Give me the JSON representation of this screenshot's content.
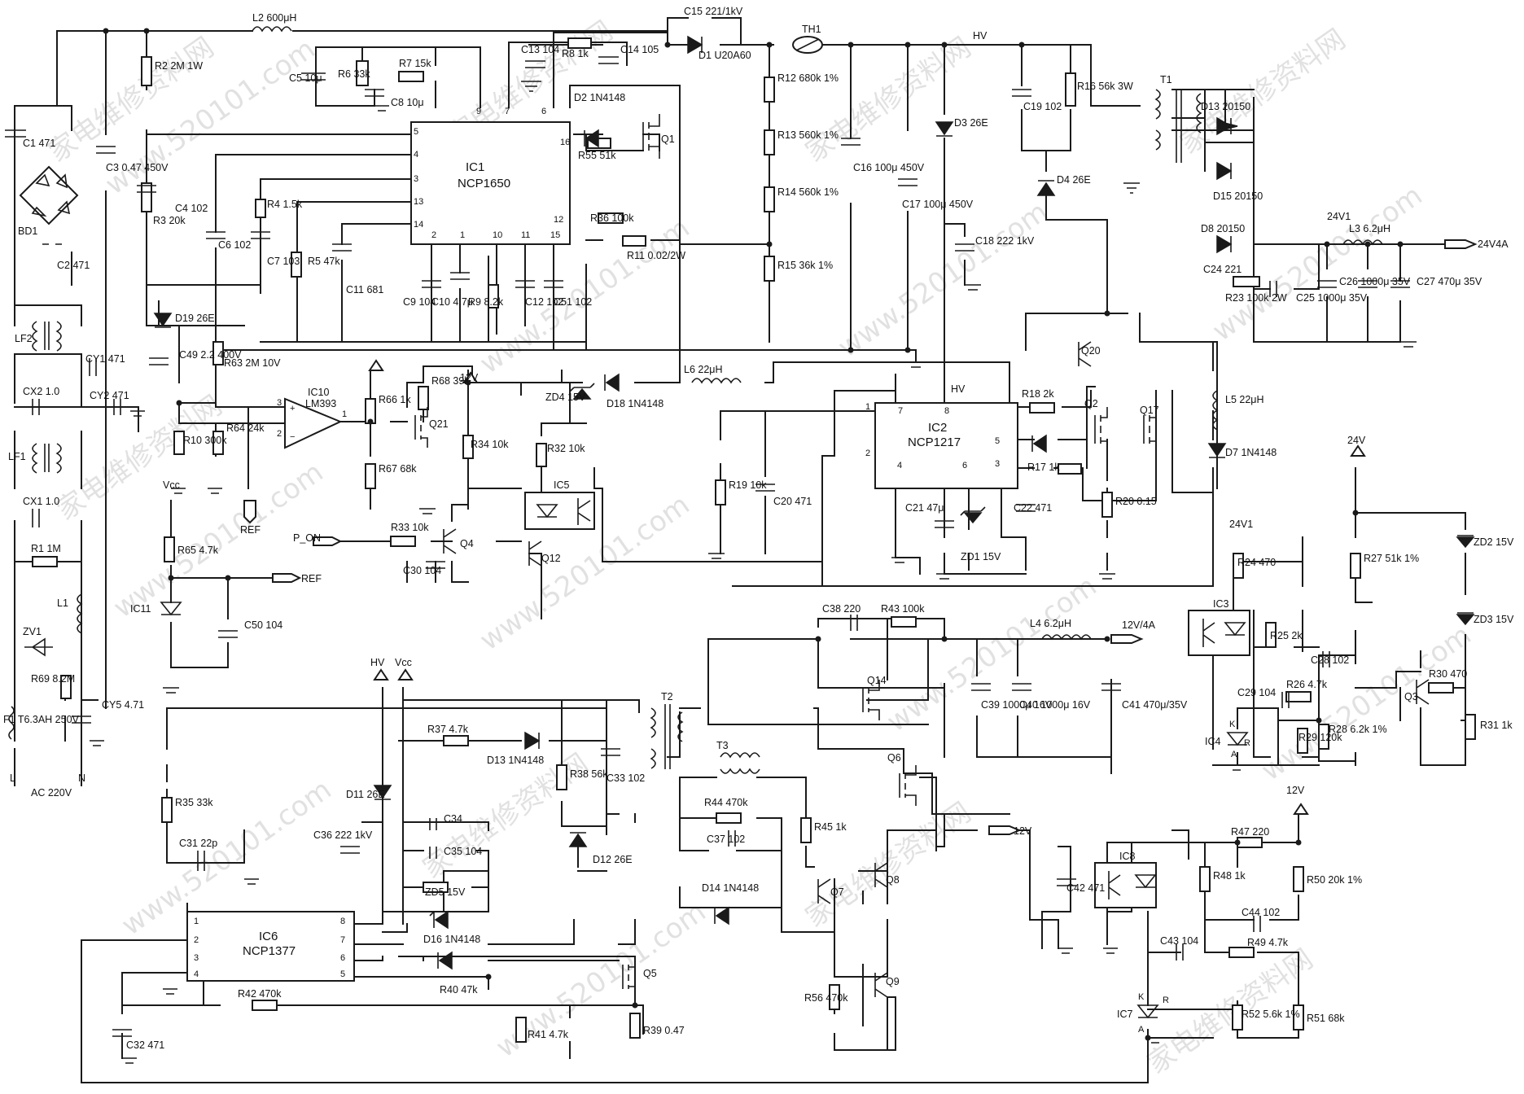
{
  "watermark": {
    "site": "www.520101.com",
    "brand": "家电维修资料网"
  },
  "ics": [
    {
      "ref": "IC1",
      "part": "NCP1650"
    },
    {
      "ref": "IC2",
      "part": "NCP1217"
    },
    {
      "ref": "IC6",
      "part": "NCP1377"
    },
    {
      "ref": "IC10",
      "part": "LM393"
    },
    {
      "ref": "IC3",
      "part": ""
    },
    {
      "ref": "IC5",
      "part": ""
    },
    {
      "ref": "IC8",
      "part": ""
    },
    {
      "ref": "IC4",
      "part": ""
    },
    {
      "ref": "IC7",
      "part": ""
    },
    {
      "ref": "IC11",
      "part": ""
    }
  ],
  "outputs": [
    "24V4A",
    "12V/4A",
    "12V",
    "HV",
    "Vcc",
    "REF",
    "P_ON",
    "24V1",
    "24V",
    "AC 220V"
  ],
  "components": {
    "L2": "L2 600μH",
    "C15": "C15 221/1kV",
    "D1": "D1 U20A60",
    "TH1": "TH1",
    "HV_top": "HV",
    "R2": "R2 2M 1W",
    "C5": "C5 10μ",
    "R6": "R6 33k",
    "R7": "R7 15k",
    "C8": "C8 10μ",
    "C13": "C13 104",
    "R8": "R8 1k",
    "C14": "C14 105",
    "D2": "D2 1N4148",
    "R55": "R55 51k",
    "Q1": "Q1",
    "R12": "R12 680k 1%",
    "R13": "R13 560k 1%",
    "R14": "R14 560k 1%",
    "R15": "R15 36k 1%",
    "C16": "C16 100μ 450V",
    "C17": "C17 100μ 450V",
    "D3": "D3 26E",
    "C18": "C18 222 1kV",
    "C19": "C19 102",
    "R16": "R16 56k 3W",
    "D4": "D4 26E",
    "T1": "T1",
    "D13a": "D13 20150",
    "D15": "D15 20150",
    "D8": "D8 20150",
    "L3": "L3 6.2μH",
    "V24V1": "24V1",
    "C24": "C24 221",
    "R23": "R23 100k 2W",
    "C25": "C25 1000μ 35V",
    "C26": "C26 1000μ 35V",
    "C27": "C27 470μ 35V",
    "C1": "C1 471",
    "C3": "C3 0.47 450V",
    "BD1": "BD1",
    "C2": "C2 471",
    "R3": "R3 20k",
    "C4": "C4 102",
    "C6": "C6 102",
    "R4": "R4 1.5k",
    "C7": "C7 103",
    "R5": "R5 47k",
    "C11": "C11 681",
    "C9": "C9 104",
    "C10": "C10 4.7μ",
    "R9": "R9 8.2k",
    "C12": "C12 102",
    "C51": "C51 102",
    "R36": "R36 100k",
    "R11": "R11 0.02/2W",
    "LF2": "LF2",
    "D19": "D19 26E",
    "C49": "C49 2.2 400V",
    "R63": "R63 2M 10V",
    "R10": "R10 300k",
    "R64": "R64 24k",
    "CY1": "CY1 471",
    "CX2": "CX2 1.0",
    "CY2": "CY2 471",
    "R66": "R66 1k",
    "R67": "R67 68k",
    "Q21": "Q21",
    "R68": "R68 39k",
    "V12V_a": "12V",
    "ZD4": "ZD4 15V",
    "D18": "D18 1N4148",
    "L6": "L6 22μH",
    "R18": "R18 2k",
    "Q20": "Q20",
    "Q2": "Q2",
    "Q17": "Q17",
    "L5": "L5 22μH",
    "D7": "D7 1N4148",
    "HV_ic2": "HV",
    "R17": "R17 1k",
    "R20": "R20 0.15",
    "C22": "C22 471",
    "C21": "C21 47μ",
    "ZD1": "ZD1 15V",
    "R19": "R19 10k",
    "C20": "C20 471",
    "R34": "R34 10k",
    "R32": "R32 10k",
    "LF1": "LF1",
    "CX1": "CX1 1.0",
    "R1": "R1 1M",
    "R65": "R65 4.7k",
    "C50": "C50 104",
    "R33": "R33 10k",
    "Q4": "Q4",
    "C30": "C30 104",
    "Q12": "Q12",
    "L1": "L1",
    "ZV1": "ZV1",
    "R69": "R69 8.2M",
    "CY5": "CY5 4.71",
    "F1": "F1 T6.3AH 250V",
    "C38": "C38 220",
    "R43": "R43 100k",
    "L4": "L4 6.2μH",
    "Q14": "Q14",
    "C39": "C39 1000μ 16V",
    "C40": "C40 1000μ 16V",
    "C41": "C41 470μ/35V",
    "Q6": "Q6",
    "T2": "T2",
    "T3": "T3",
    "R24": "R24 470",
    "R25": "R25 2k",
    "R27": "R27 51k 1%",
    "ZD2": "ZD2 15V",
    "ZD3": "ZD3 15V",
    "C28": "C28 102",
    "C29": "C29 104",
    "R26": "R26 4.7k",
    "R29": "R29 120k",
    "R28": "R28 6.2k 1%",
    "Q3": "Q3",
    "R30": "R30 470",
    "R31": "R31 1k",
    "R37": "R37 4.7k",
    "D13b": "D13 1N4148",
    "R38": "R38 56k",
    "C33": "C33 102",
    "D11": "D11 26E",
    "D12": "D12 26E",
    "R35": "R35 33k",
    "C31": "C31 22p",
    "C36": "C36 222 1kV",
    "C34": "C34",
    "C35": "C35 104",
    "ZD5": "ZD5 15V",
    "D16": "D16 1N4148",
    "R40": "R40 47k",
    "Q5": "Q5",
    "R42": "R42 470k",
    "C32": "C32 471",
    "R41": "R41 4.7k",
    "R39": "R39 0.47",
    "R44": "R44 470k",
    "C37": "C37 102",
    "D14": "D14 1N4148",
    "R45": "R45 1k",
    "Q7": "Q7",
    "Q8": "Q8",
    "Q9": "Q9",
    "R56": "R56 470k",
    "C42": "C42 471",
    "R47": "R47 220",
    "R48": "R48 1k",
    "R50": "R50 20k 1%",
    "C44": "C44 102",
    "C43": "C43 104",
    "R49": "R49 4.7k",
    "R52": "R52 5.6k 1%",
    "R51": "R51 68k",
    "V12V_b": "12V",
    "V24V": "24V",
    "AC_L": "L",
    "AC_N": "N",
    "AC": "AC 220V"
  }
}
